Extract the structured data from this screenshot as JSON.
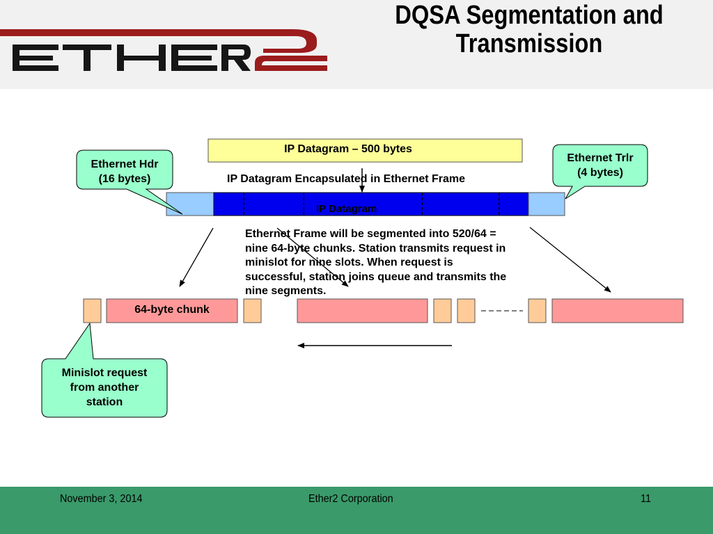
{
  "header": {
    "title_line1": "DQSA Segmentation and",
    "title_line2": "Transmission",
    "logo_text": "ETHER2"
  },
  "diagram": {
    "ip_datagram_box": "IP Datagram – 500 bytes",
    "encapsulated_label": "IP Datagram Encapsulated in Ethernet Frame",
    "frame_inner_label": "IP Datagram",
    "callout_hdr": {
      "line1": "Ethernet Hdr",
      "line2": "(16 bytes)"
    },
    "callout_trlr": {
      "line1": "Ethernet Trlr",
      "line2": "(4 bytes)"
    },
    "callout_minislot": {
      "line1": "Minislot request",
      "line2": "from another",
      "line3": "station"
    },
    "description": [
      "Ethernet Frame will be segmented into 520/64 =",
      "nine 64-byte chunks. Station transmits request in",
      "minislot for nine slots. When request is",
      "successful, station joins queue and transmits the",
      "nine segments."
    ],
    "chunk_label": "64-byte chunk",
    "colors": {
      "frame_blue": "#0000ee",
      "header_light_blue": "#99ccff",
      "datagram_yellow": "#ffff99",
      "chunk_pink": "#ff9999",
      "minislot_orange": "#ffcc99",
      "callout_green": "#99ffcc",
      "footer_green": "#3a9a6a",
      "logo_red": "#9b1c1c"
    }
  },
  "footer": {
    "date": "November 3, 2014",
    "company": "Ether2 Corporation",
    "page": "11"
  }
}
